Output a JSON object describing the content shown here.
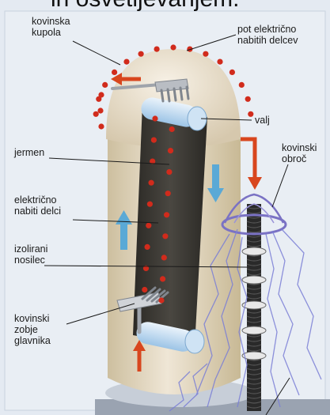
{
  "caption": "in osvetljevanjem.",
  "labels": {
    "kupola": [
      "kovinska",
      "kupola"
    ],
    "pot": [
      "pot električno",
      "nabitih delcev"
    ],
    "valj": [
      "valj"
    ],
    "jermen": [
      "jermen"
    ],
    "obroc": [
      "kovinski",
      "obroč"
    ],
    "delci": [
      "električno",
      "nabiti delci"
    ],
    "nosilec": [
      "izolirani",
      "nosilec"
    ],
    "zobje": [
      "kovinski",
      "zobje",
      "glavnika"
    ]
  },
  "colors": {
    "page": "#e4eaf2",
    "dome": "#e6dccb",
    "column": "#d9ccb3",
    "belt": "#3c3a35",
    "charge_dot": "#d12b1c",
    "arrow_red": "#d8461e",
    "arrow_blue": "#5aa9d6",
    "spark": "#7b7fd6",
    "ring": "#7a72c4",
    "rod": "#222222"
  }
}
